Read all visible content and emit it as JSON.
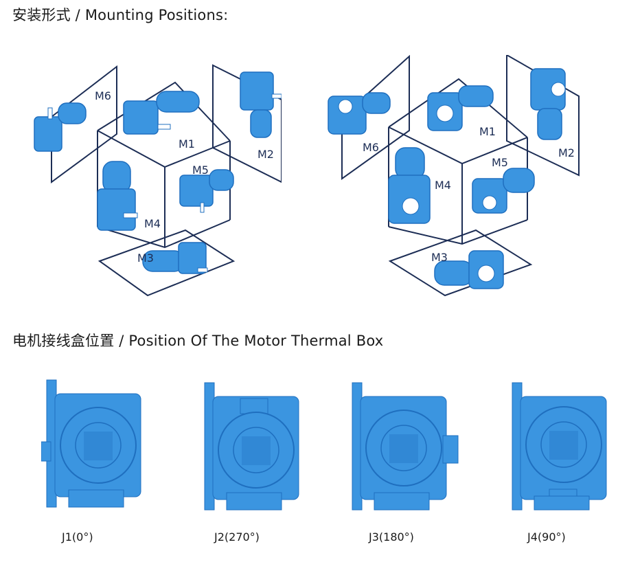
{
  "headings": {
    "mounting": "安装形式 / Mounting Positions:",
    "thermal_box": "电机接线盒位置 / Position Of The Motor Thermal Box"
  },
  "mounting_left": {
    "labels": [
      "M1",
      "M2",
      "M3",
      "M4",
      "M5",
      "M6"
    ]
  },
  "mounting_right": {
    "labels": [
      "M1",
      "M2",
      "M3",
      "M4",
      "M5",
      "M6"
    ]
  },
  "thermal_positions": [
    {
      "caption": "J1(0°)",
      "box_side": "left"
    },
    {
      "caption": "J2(270°)",
      "box_side": "top"
    },
    {
      "caption": "J3(180°)",
      "box_side": "right"
    },
    {
      "caption": "J4(90°)",
      "box_side": "bottom"
    }
  ],
  "colors": {
    "motor_blue": "#3b95e0",
    "motor_dark": "#1f6fbf",
    "line_navy": "#1c2d55"
  }
}
